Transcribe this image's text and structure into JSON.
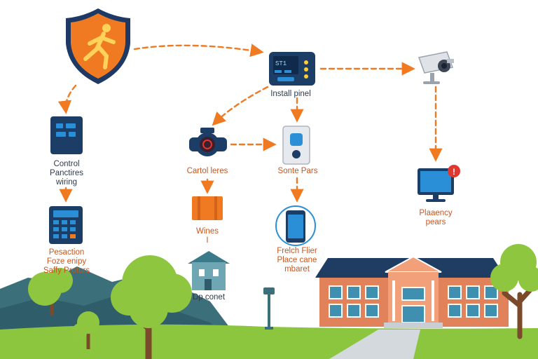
{
  "labels": {
    "install_panel": "Install pinel",
    "control_panel_1": "Control",
    "control_panel_2": "Panctires",
    "control_panel_3": "wiring",
    "protection_1": "Pesaction",
    "protection_2": "Foze enipy",
    "protection_3": "Saffy Proturs",
    "control_lens": "Cartol leres",
    "wires": "Wines",
    "wires_mark": "I",
    "building_small": "Dp conet",
    "sonte_pars": "Sonte Pars",
    "phone_1": "Frelch Flier",
    "phone_2": "Place cane",
    "phone_3": "mbaret",
    "placency_1": "Plaaency",
    "placency_2": "pears",
    "panel_screen": "ST1",
    "alert_mark": "!"
  },
  "colors": {
    "accent_orange": "#ef7a22",
    "shield_navy": "#1e3a64",
    "panel_navy": "#1c3d66",
    "sky_blue": "#2a8fd6",
    "grass": "#8cc63f",
    "tree": "#8ec63f",
    "trunk": "#7a4a2a",
    "hills": "#3b6f7a",
    "brick": "#e2825a",
    "roof": "#1f3d63",
    "alert_red": "#e0382f"
  },
  "icons": [
    "shield-runner-icon",
    "control-panel-icon",
    "keypad-icon",
    "install-panel-icon",
    "security-camera-icon",
    "camera-lens-icon",
    "door-sensor-icon",
    "wires-icon",
    "house-icon",
    "smartphone-icon",
    "monitor-alert-icon",
    "school-building-icon",
    "street-lamp-icon",
    "tree-icon"
  ]
}
